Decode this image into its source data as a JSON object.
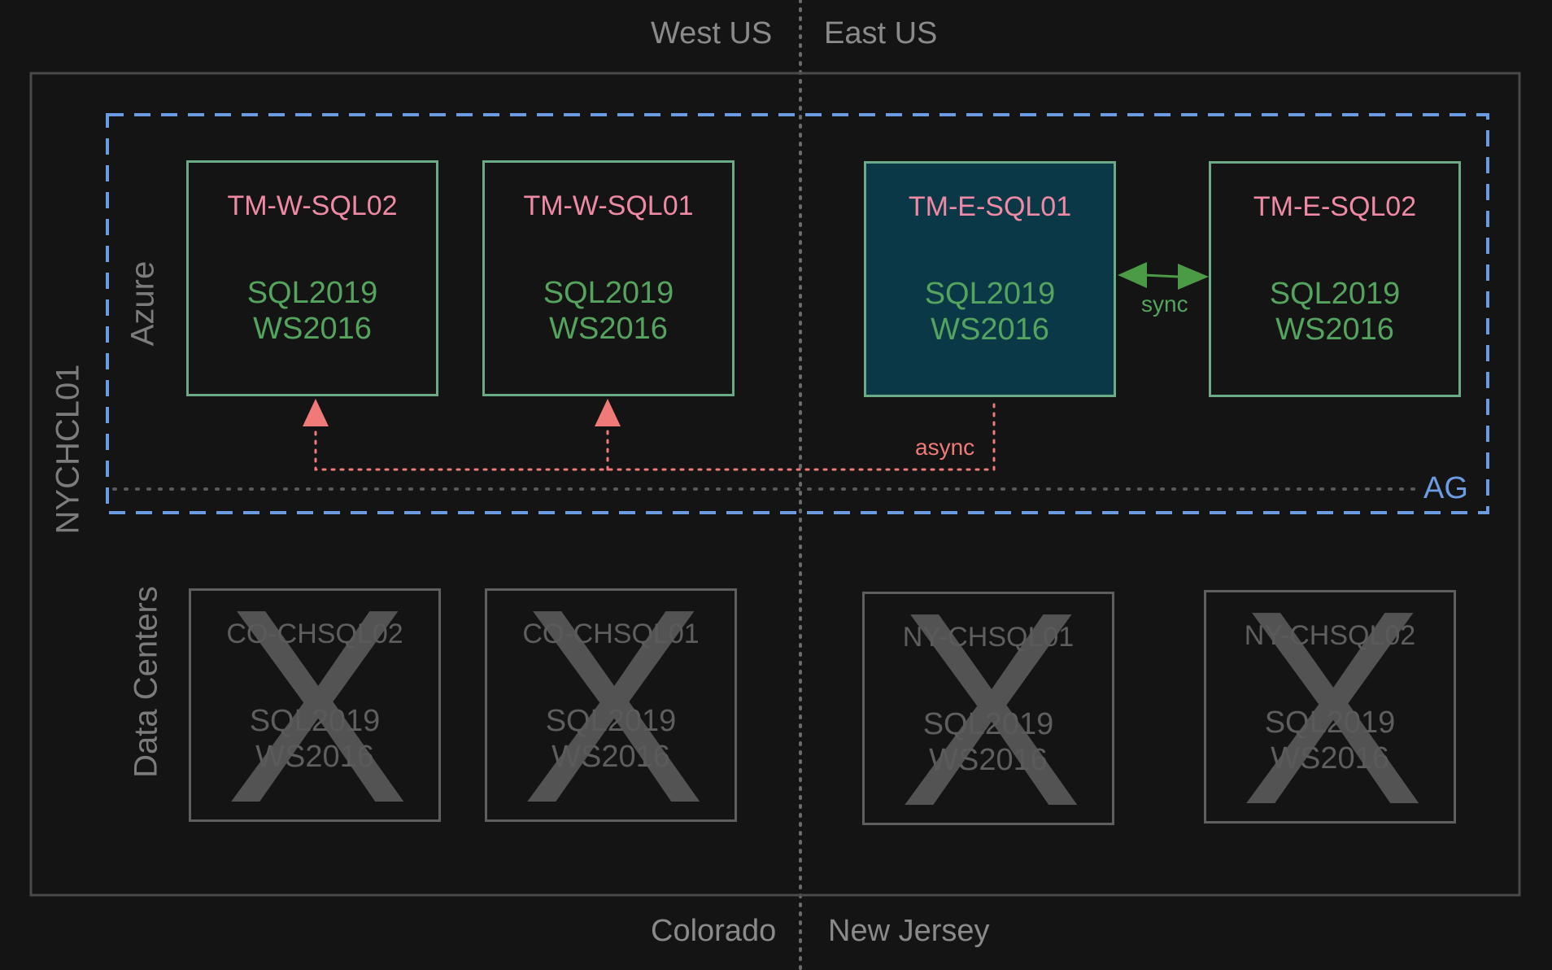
{
  "regions": {
    "top_left": "West US",
    "top_right": "East US",
    "bottom_left": "Colorado",
    "bottom_right": "New Jersey"
  },
  "cluster_label": "NYCHCL01",
  "azure_label": "Azure",
  "datacenters_label": "Data Centers",
  "ag_label": "AG",
  "azure_nodes": [
    {
      "name": "TM-W-SQL02",
      "sql": "SQL2019",
      "os": "WS2016"
    },
    {
      "name": "TM-W-SQL01",
      "sql": "SQL2019",
      "os": "WS2016"
    },
    {
      "name": "TM-E-SQL01",
      "sql": "SQL2019",
      "os": "WS2016",
      "primary": true
    },
    {
      "name": "TM-E-SQL02",
      "sql": "SQL2019",
      "os": "WS2016"
    }
  ],
  "datacenter_nodes": [
    {
      "name": "CO-CHSQL02",
      "sql": "SQL2019",
      "os": "WS2016",
      "mark": "X"
    },
    {
      "name": "CO-CHSQL01",
      "sql": "SQL2019",
      "os": "WS2016",
      "mark": "X"
    },
    {
      "name": "NY-CHSQL01",
      "sql": "SQL2019",
      "os": "WS2016",
      "mark": "X"
    },
    {
      "name": "NY-CHSQL02",
      "sql": "SQL2019",
      "os": "WS2016",
      "mark": "X"
    }
  ],
  "links": {
    "sync_label": "sync",
    "async_label": "async"
  },
  "colors": {
    "ag_border": "#6b9be0",
    "node_border": "#6aaa86",
    "primary_fill": "#0b3847",
    "sync": "#4a9a46",
    "async": "#f07a78",
    "node_name": "#f08aa4",
    "node_version": "#54a45e"
  }
}
